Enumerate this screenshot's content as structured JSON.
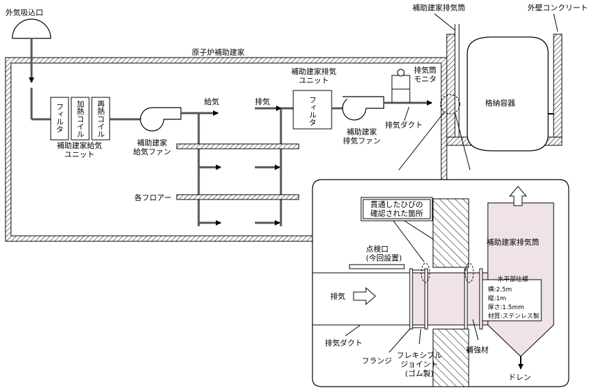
{
  "labels": {
    "outside_intake": "外気吸込口",
    "building": "原子炉補助建家",
    "supply_unit": "補助建家給気\nユニット",
    "filter_supply": "フィルタ",
    "heating_coil": "加熱コイル",
    "reheat_coil": "再熱コイル",
    "supply_fan": "補助建家\n給気ファン",
    "supply_air": "給気",
    "exhaust_air": "排気",
    "floors": "各フロアー",
    "exhaust_unit": "補助建家排気\nユニット",
    "filter_exhaust": "フィルタ",
    "exhaust_fan": "補助建家\n排気ファン",
    "stack_monitor": "排気筒\nモニタ",
    "exhaust_duct_top": "排気ダクト",
    "stack_top": "補助建家排気筒",
    "outer_wall": "外壁コンクリート",
    "containment": "格納容器",
    "crack_callout": "貫通したひびの\n確認された箇所",
    "inspection_port": "点検口\n(今回設置)",
    "stack_detail": "補助建家排気筒",
    "spec_title": "水平部仕様",
    "spec_lines": [
      "横:2.5m",
      "縦:1m",
      "厚さ:1.5mm",
      "材質:ステンレス製"
    ],
    "exhaust_in": "排気",
    "exhaust_duct_detail": "排気ダクト",
    "flange": "フランジ",
    "flex_joint": "フレキシブル\nジョイント\n(ゴム製)",
    "reinforcement": "補強材",
    "drain": "ドレン"
  }
}
